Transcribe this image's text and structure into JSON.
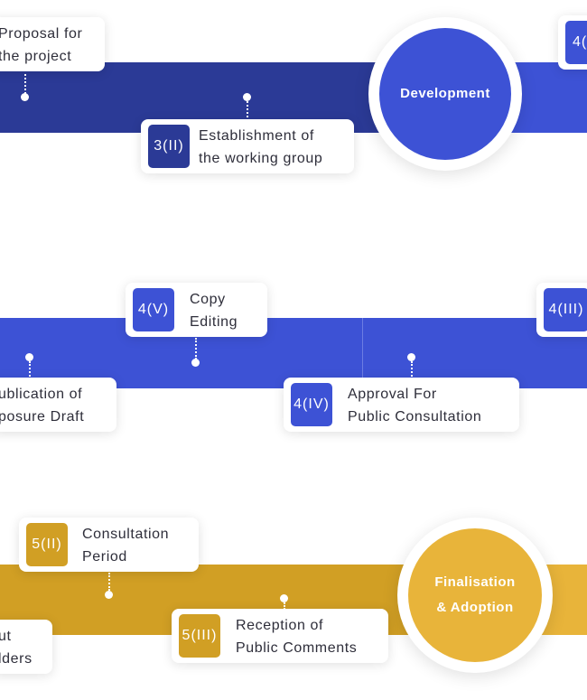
{
  "phases": {
    "development": "Development",
    "finalisation_line1": "Finalisation",
    "finalisation_line2": "& Adoption"
  },
  "steps": {
    "proposal": {
      "line1": "Proposal for",
      "line2": "the project"
    },
    "s3_2": {
      "code": "3(II)",
      "line1": "Establishment of",
      "line2": "the working group"
    },
    "edge_top": {
      "code": "4("
    },
    "s4_5": {
      "code": "4(V)",
      "line1": "Copy",
      "line2": "Editing"
    },
    "s4_3": {
      "code": "4(III)"
    },
    "publication": {
      "line1": "ublication of",
      "line2": "posure Draft"
    },
    "s4_4": {
      "code": "4(IV)",
      "line1": "Approval For",
      "line2": "Public Consultation"
    },
    "s5_2": {
      "code": "5(II)",
      "line1": "Consultation",
      "line2": "Period"
    },
    "s5_3": {
      "code": "5(III)",
      "line1": "Reception of",
      "line2": "Public Comments"
    },
    "input": {
      "line1": "ut",
      "line2": "lders"
    }
  },
  "colors": {
    "navy": "#2b3a96",
    "blue": "#3d52d5",
    "gold": "#d19f24",
    "gold_light": "#e8b43a"
  }
}
